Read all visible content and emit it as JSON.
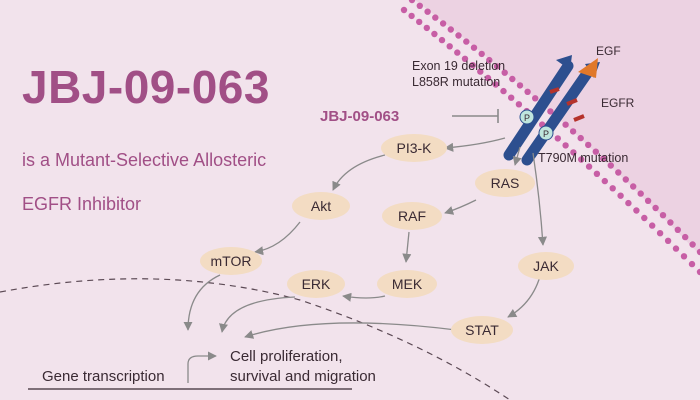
{
  "title": "JBJ-09-063",
  "subtitle_line1": "is a Mutant-Selective Allosteric",
  "subtitle_line2": "EGFR Inhibitor",
  "drug": "JBJ-09-063",
  "labels": {
    "egf": "EGF",
    "egfr": "EGFR",
    "exon19": "Exon 19 deletion",
    "l858r": "L858R mutation",
    "t790m": "T790M mutation",
    "phospho": "P"
  },
  "nodes": {
    "pi3k": "PI3-K",
    "ras": "RAS",
    "akt": "Akt",
    "raf": "RAF",
    "jak": "JAK",
    "mtor": "mTOR",
    "erk": "ERK",
    "mek": "MEK",
    "stat": "STAT"
  },
  "outcome_line1": "Cell proliferation,",
  "outcome_line2": "survival and migration",
  "gene_transcription": "Gene transcription",
  "colors": {
    "background": "#f2e3ec",
    "membrane": "#c75ea5",
    "accent": "#a14f86",
    "node_fill": "#f3dcc3",
    "arrow": "#8a8a8a",
    "receptor": "#2d4f8f",
    "ligand": "#e0782a"
  }
}
